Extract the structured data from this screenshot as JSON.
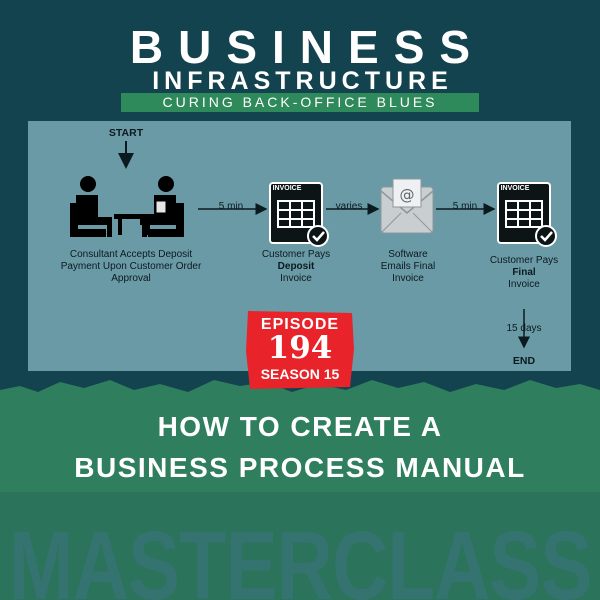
{
  "header": {
    "title_line1": "BUSINESS",
    "title_line2": "INFRASTRUCTURE",
    "tagline": "CURING BACK-OFFICE BLUES"
  },
  "flow": {
    "start": "START",
    "end": "END",
    "steps": [
      {
        "label": "Consultant Accepts Deposit Payment Upon Customer Order Approval",
        "icon": "consultation-meeting-icon"
      },
      {
        "label_pre": "Customer Pays",
        "label_bold": "Deposit",
        "label_post": "Invoice",
        "icon": "invoice-icon",
        "icon_text": "INVOICE"
      },
      {
        "label": "Software Emails Final Invoice",
        "icon": "email-envelope-icon"
      },
      {
        "label_pre": "Customer Pays",
        "label_bold": "Final",
        "label_post": "Invoice",
        "icon": "invoice-icon",
        "icon_text": "INVOICE"
      }
    ],
    "transitions": [
      "5 min",
      "varies",
      "5 min",
      "15 days"
    ]
  },
  "badge": {
    "episode_label": "EPISODE",
    "episode_number": "194",
    "season_label": "SEASON 15"
  },
  "headline": {
    "line1": "HOW TO CREATE A",
    "line2": "BUSINESS PROCESS MANUAL"
  },
  "footer": {
    "watermark": "MASTERCLASS"
  },
  "colors": {
    "background": "#13434e",
    "diagram_panel": "#6b9aa7",
    "band_green": "#2f7e5e",
    "tagline_green": "#2f8a5b",
    "badge_red": "#e8232a",
    "text_white": "#ffffff"
  }
}
